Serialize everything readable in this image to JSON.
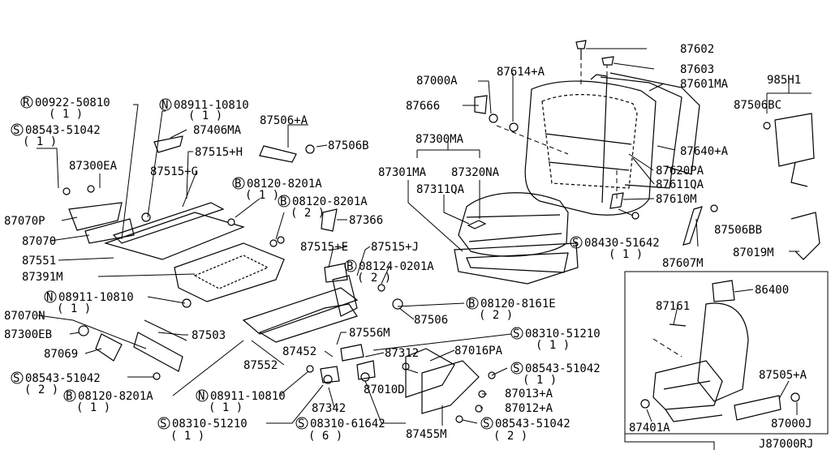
{
  "diagram_id": "J87000RJ",
  "labels": {
    "p87602": "87602",
    "p87603": "87603",
    "p87601MA": "87601MA",
    "p87000A": "87000A",
    "p87614A": "87614+A",
    "p87666": "87666",
    "p87300MA": "87300MA",
    "p87301MA": "87301MA",
    "p87320NA": "87320NA",
    "p87311QA": "87311QA",
    "p87640A": "87640+A",
    "p87620PA": "87620PA",
    "p87611QA": "87611QA",
    "p87610M": "87610M",
    "p87506BB": "87506BB",
    "p985H1": "985H1",
    "p87506BC": "87506BC",
    "p87019M": "87019M",
    "p87607M": "87607M",
    "s08430_51642": "08430-51642",
    "s08430_51642_qty": "( 1 )",
    "r00922_50810": "00922-50810",
    "r00922_50810_qty": "( 1 )",
    "n08911_10810_a": "08911-10810",
    "n08911_10810_a_qty": "( 1 )",
    "s08543_51042_a": "08543-51042",
    "s08543_51042_a_qty": "( 1 )",
    "p87406MA": "87406MA",
    "p87506A": "87506+A",
    "p87506B": "87506B",
    "p87515H": "87515+H",
    "p87300EA": "87300EA",
    "p87515G": "87515+G",
    "b08120_8201A_a": "08120-8201A",
    "b08120_8201A_a_qty": "( 1 )",
    "b08120_8201A_b": "08120-8201A",
    "b08120_8201A_b_qty": "( 2 )",
    "p87366": "87366",
    "p87070P": "87070P",
    "p87070": "87070",
    "p87551": "87551",
    "p87391M": "87391M",
    "p87515E": "87515+E",
    "p87515J": "87515+J",
    "b08124_0201A": "08124-0201A",
    "b08124_0201A_qty": "( 2 )",
    "n08911_10810_b": "08911-10810",
    "n08911_10810_b_qty": "( 1 )",
    "p87070N": "87070N",
    "p87300EB": "87300EB",
    "p87503": "87503",
    "p87506": "87506",
    "b08120_8161E": "08120-8161E",
    "b08120_8161E_qty": "( 2 )",
    "p87069": "87069",
    "p87556M": "87556M",
    "s08310_51210_a": "08310-51210",
    "s08310_51210_a_qty": "( 1 )",
    "p87452": "87452",
    "p87312": "87312",
    "p87016PA": "87016PA",
    "p87552": "87552",
    "s08543_51042_b": "08543-51042",
    "s08543_51042_b_qty": "( 2 )",
    "s08543_51042_c": "08543-51042",
    "s08543_51042_c_qty": "( 1 )",
    "b08120_8201A_c": "08120-8201A",
    "b08120_8201A_c_qty": "( 1 )",
    "n08911_10810_c": "08911-10810",
    "n08911_10810_c_qty": "( 1 )",
    "p87010D": "87010D",
    "p87013A": "87013+A",
    "p87342": "87342",
    "p87012A": "87012+A",
    "s08310_51210_b": "08310-51210",
    "s08310_51210_b_qty": "( 1 )",
    "s08310_61642": "08310-61642",
    "s08310_61642_qty": "( 6 )",
    "p87455M": "87455M",
    "s08543_51042_d": "08543-51042",
    "s08543_51042_d_qty": "( 2 )",
    "p86400": "86400",
    "p87161": "87161",
    "p87505A": "87505+A",
    "p87401A": "87401A",
    "p87000J": "87000J"
  },
  "symbols": {
    "S": "S",
    "N": "N",
    "B": "B",
    "R": "R"
  }
}
